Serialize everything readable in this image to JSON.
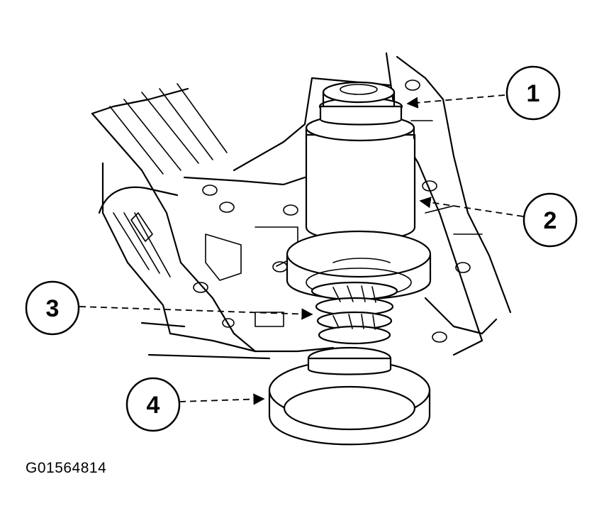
{
  "callouts": [
    {
      "label": "1"
    },
    {
      "label": "2"
    },
    {
      "label": "3"
    },
    {
      "label": "4"
    }
  ],
  "figure_id": "G01564814"
}
